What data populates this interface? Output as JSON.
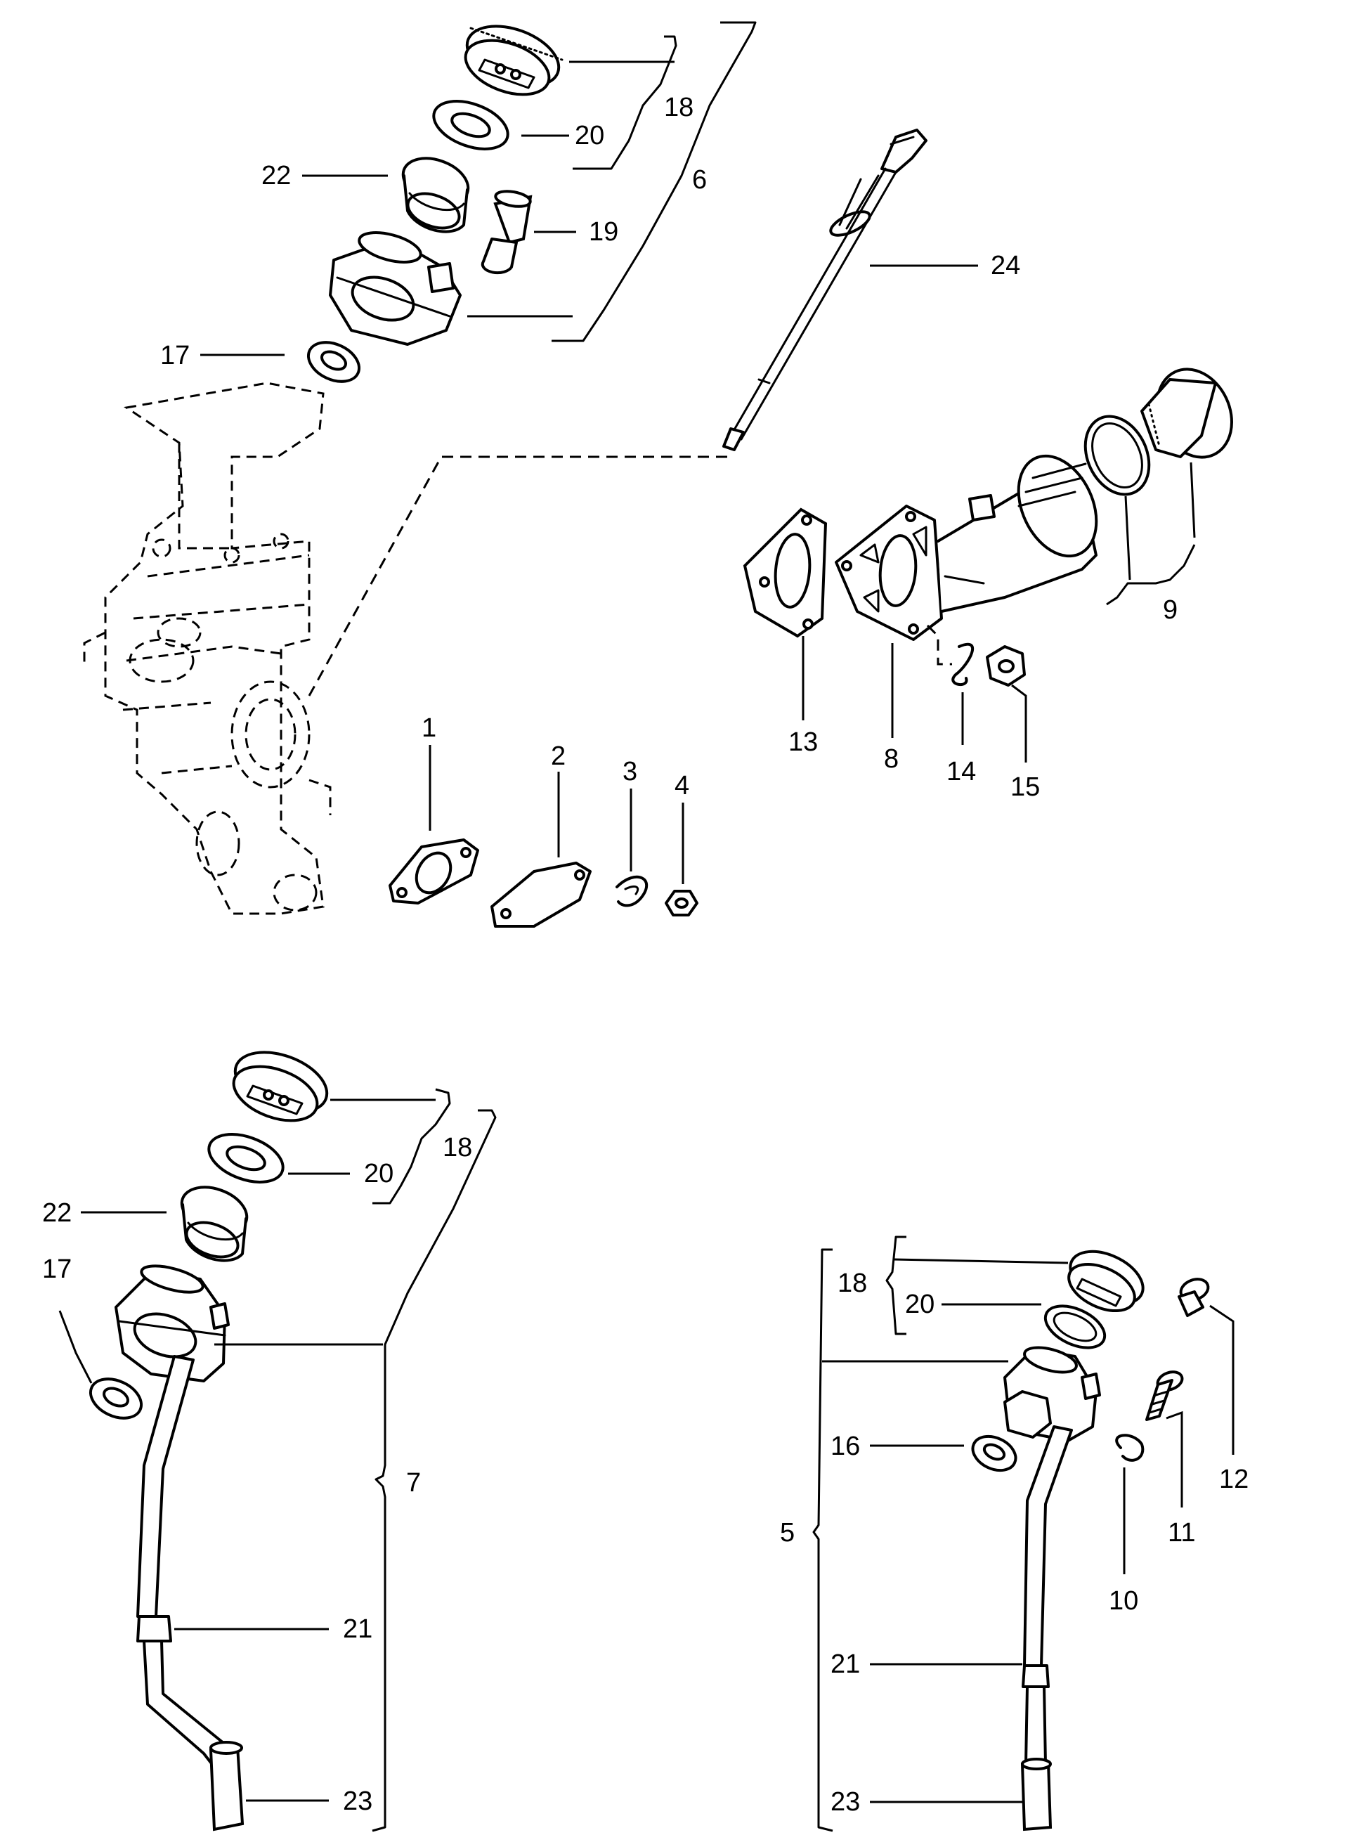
{
  "callouts": {
    "top_assembly": {
      "n18": "18",
      "n20": "20",
      "n6": "6",
      "n22": "22",
      "n19": "19",
      "n17": "17",
      "n24": "24"
    },
    "flange_group": {
      "n9": "9",
      "n13": "13",
      "n8": "8",
      "n14": "14",
      "n15": "15"
    },
    "small_parts": {
      "n1": "1",
      "n2": "2",
      "n3": "3",
      "n4": "4"
    },
    "lower_left": {
      "n18": "18",
      "n20": "20",
      "n22": "22",
      "n17": "17",
      "n7": "7",
      "n21": "21",
      "n23": "23"
    },
    "lower_right": {
      "n18": "18",
      "n20": "20",
      "n16": "16",
      "n5": "5",
      "n21": "21",
      "n23": "23",
      "n12": "12",
      "n11": "11",
      "n10": "10"
    }
  }
}
